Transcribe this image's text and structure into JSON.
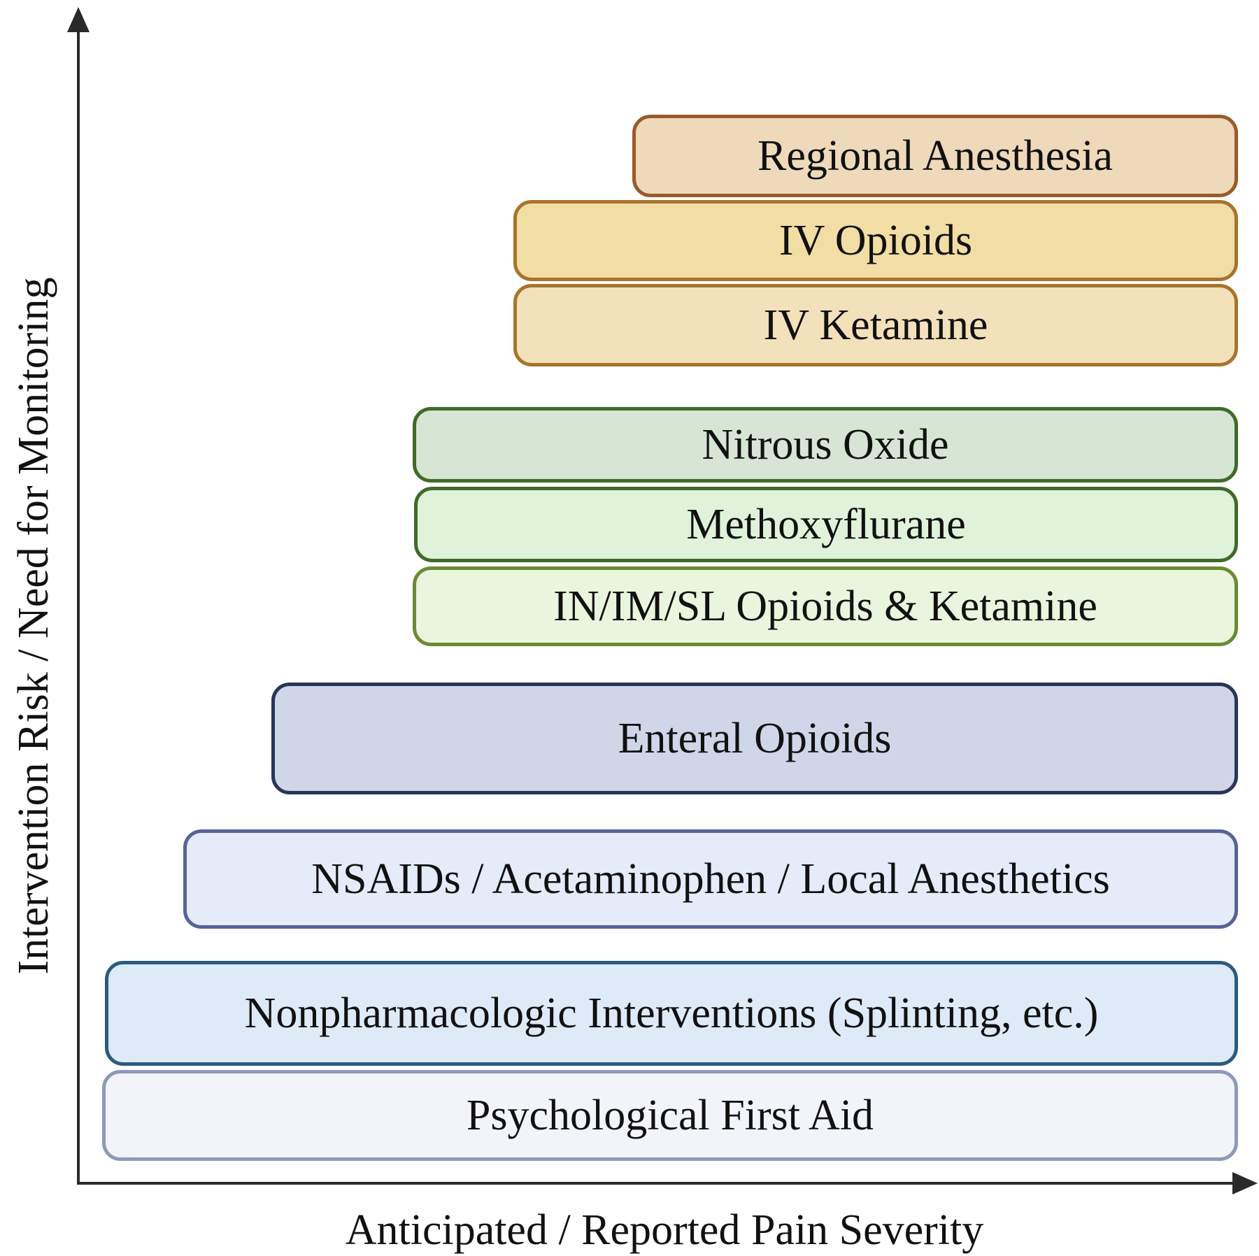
{
  "axes": {
    "y_label": "Intervention Risk / Need for Monitoring",
    "x_label": "Anticipated / Reported Pain Severity"
  },
  "bands": {
    "regional_anesthesia": {
      "label": "Regional Anesthesia",
      "fill": "#eed9bb",
      "border": "#9a5a2a"
    },
    "iv_opioids": {
      "label": "IV Opioids",
      "fill": "#f2dea4",
      "border": "#a7742d"
    },
    "iv_ketamine": {
      "label": "IV Ketamine",
      "fill": "#f2e1ba",
      "border": "#a7742d"
    },
    "nitrous_oxide": {
      "label": "Nitrous Oxide",
      "fill": "#d6e5d4",
      "border": "#3f6b28"
    },
    "methoxyflurane": {
      "label": "Methoxyflurane",
      "fill": "#e0f2da",
      "border": "#3f6b28"
    },
    "in_im_sl": {
      "label": "IN/IM/SL Opioids & Ketamine",
      "fill": "#eaf5dd",
      "border": "#6b8a35"
    },
    "enteral_opioids": {
      "label": "Enteral Opioids",
      "fill": "#cfd6e8",
      "border": "#2a3556"
    },
    "nsaids": {
      "label": "NSAIDs / Acetaminophen / Local Anesthetics",
      "fill": "#e6ebfa",
      "border": "#56639a"
    },
    "nonpharm": {
      "label": "Nonpharmacologic Interventions (Splinting, etc.)",
      "fill": "#deeaf8",
      "border": "#2a5b80"
    },
    "psych_first_aid": {
      "label": "Psychological First Aid",
      "fill": "#f2f4fa",
      "border": "#8e9abb"
    }
  }
}
